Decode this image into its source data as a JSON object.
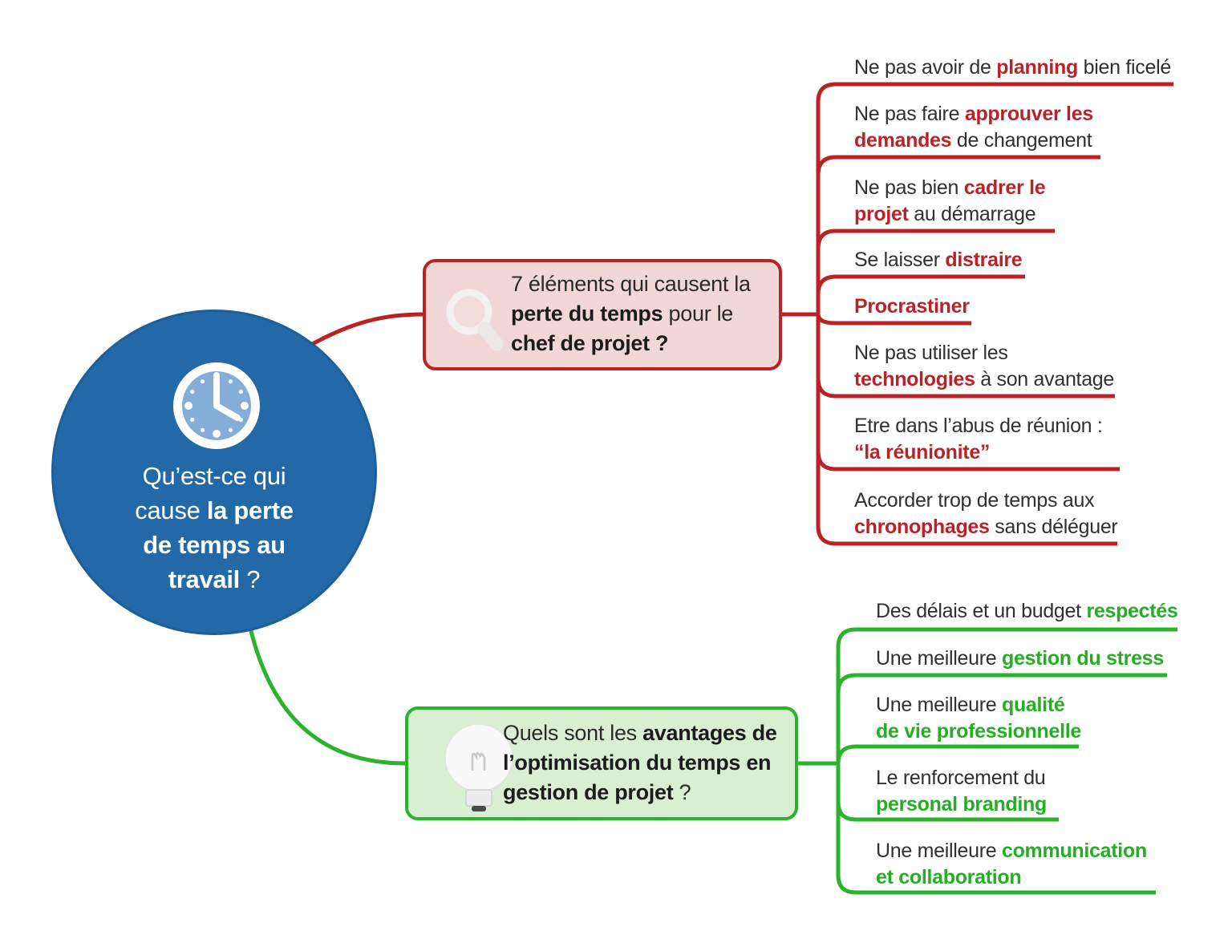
{
  "palette": {
    "central_blue": "#2369a7",
    "central_text": "#ffffff",
    "red_line": "#b92328",
    "red_fill": "#f2d7d7",
    "red_accent_text": "#b92328",
    "green_line": "#2cb32c",
    "green_fill": "#d9efd2",
    "green_accent_text": "#24ae24",
    "body_text": "#303030"
  },
  "central": {
    "icon": "clock-icon",
    "segments": [
      {
        "t": "Qu’est-ce qui\ncause "
      },
      {
        "t": "la perte\nde temps au\ntravail",
        "b": true
      },
      {
        "t": " ?"
      }
    ]
  },
  "branches": [
    {
      "name": "causes-perte-temps",
      "color": "#b92328",
      "icon": "magnifier-icon",
      "title_segments": [
        {
          "t": "7 éléments qui causent la\n"
        },
        {
          "t": "perte du temps",
          "b": true
        },
        {
          "t": " pour le\n"
        },
        {
          "t": "chef de projet ?",
          "b": true
        }
      ],
      "children": [
        {
          "segments": [
            {
              "t": "Ne pas avoir de "
            },
            {
              "t": "planning",
              "b": true
            },
            {
              "t": " bien ficelé"
            }
          ]
        },
        {
          "segments": [
            {
              "t": "Ne pas faire "
            },
            {
              "t": "approuver les\ndemandes",
              "b": true
            },
            {
              "t": " de changement"
            }
          ]
        },
        {
          "segments": [
            {
              "t": "Ne pas bien "
            },
            {
              "t": "cadrer le\nprojet",
              "b": true
            },
            {
              "t": " au démarrage"
            }
          ]
        },
        {
          "segments": [
            {
              "t": "Se laisser "
            },
            {
              "t": "distraire",
              "b": true
            }
          ]
        },
        {
          "segments": [
            {
              "t": "Procrastiner",
              "b": true
            }
          ]
        },
        {
          "segments": [
            {
              "t": "Ne pas utiliser les\n"
            },
            {
              "t": "technologies",
              "b": true
            },
            {
              "t": " à son avantage"
            }
          ]
        },
        {
          "segments": [
            {
              "t": "Etre dans l’abus de réunion :\n"
            },
            {
              "t": "“la réunionite”",
              "b": true
            }
          ]
        },
        {
          "segments": [
            {
              "t": "Accorder trop de temps aux\n"
            },
            {
              "t": "chronophages",
              "b": true
            },
            {
              "t": " sans déléguer"
            }
          ]
        }
      ]
    },
    {
      "name": "avantages-optimisation",
      "color": "#2cb32c",
      "icon": "lightbulb-icon",
      "title_segments": [
        {
          "t": "Quels sont les "
        },
        {
          "t": "avantages de\nl’optimisation du temps en\ngestion de projet",
          "b": true
        },
        {
          "t": " ?"
        }
      ],
      "children": [
        {
          "segments": [
            {
              "t": "Des délais et un budget "
            },
            {
              "t": "respectés",
              "b": true
            }
          ]
        },
        {
          "segments": [
            {
              "t": "Une meilleure "
            },
            {
              "t": "gestion du stress",
              "b": true
            }
          ]
        },
        {
          "segments": [
            {
              "t": "Une meilleure "
            },
            {
              "t": "qualité\nde vie professionnelle",
              "b": true
            }
          ]
        },
        {
          "segments": [
            {
              "t": "Le renforcement du\n"
            },
            {
              "t": "personal branding",
              "b": true
            }
          ]
        },
        {
          "segments": [
            {
              "t": "Une meilleure "
            },
            {
              "t": "communication\net collaboration",
              "b": true
            }
          ]
        }
      ]
    }
  ]
}
